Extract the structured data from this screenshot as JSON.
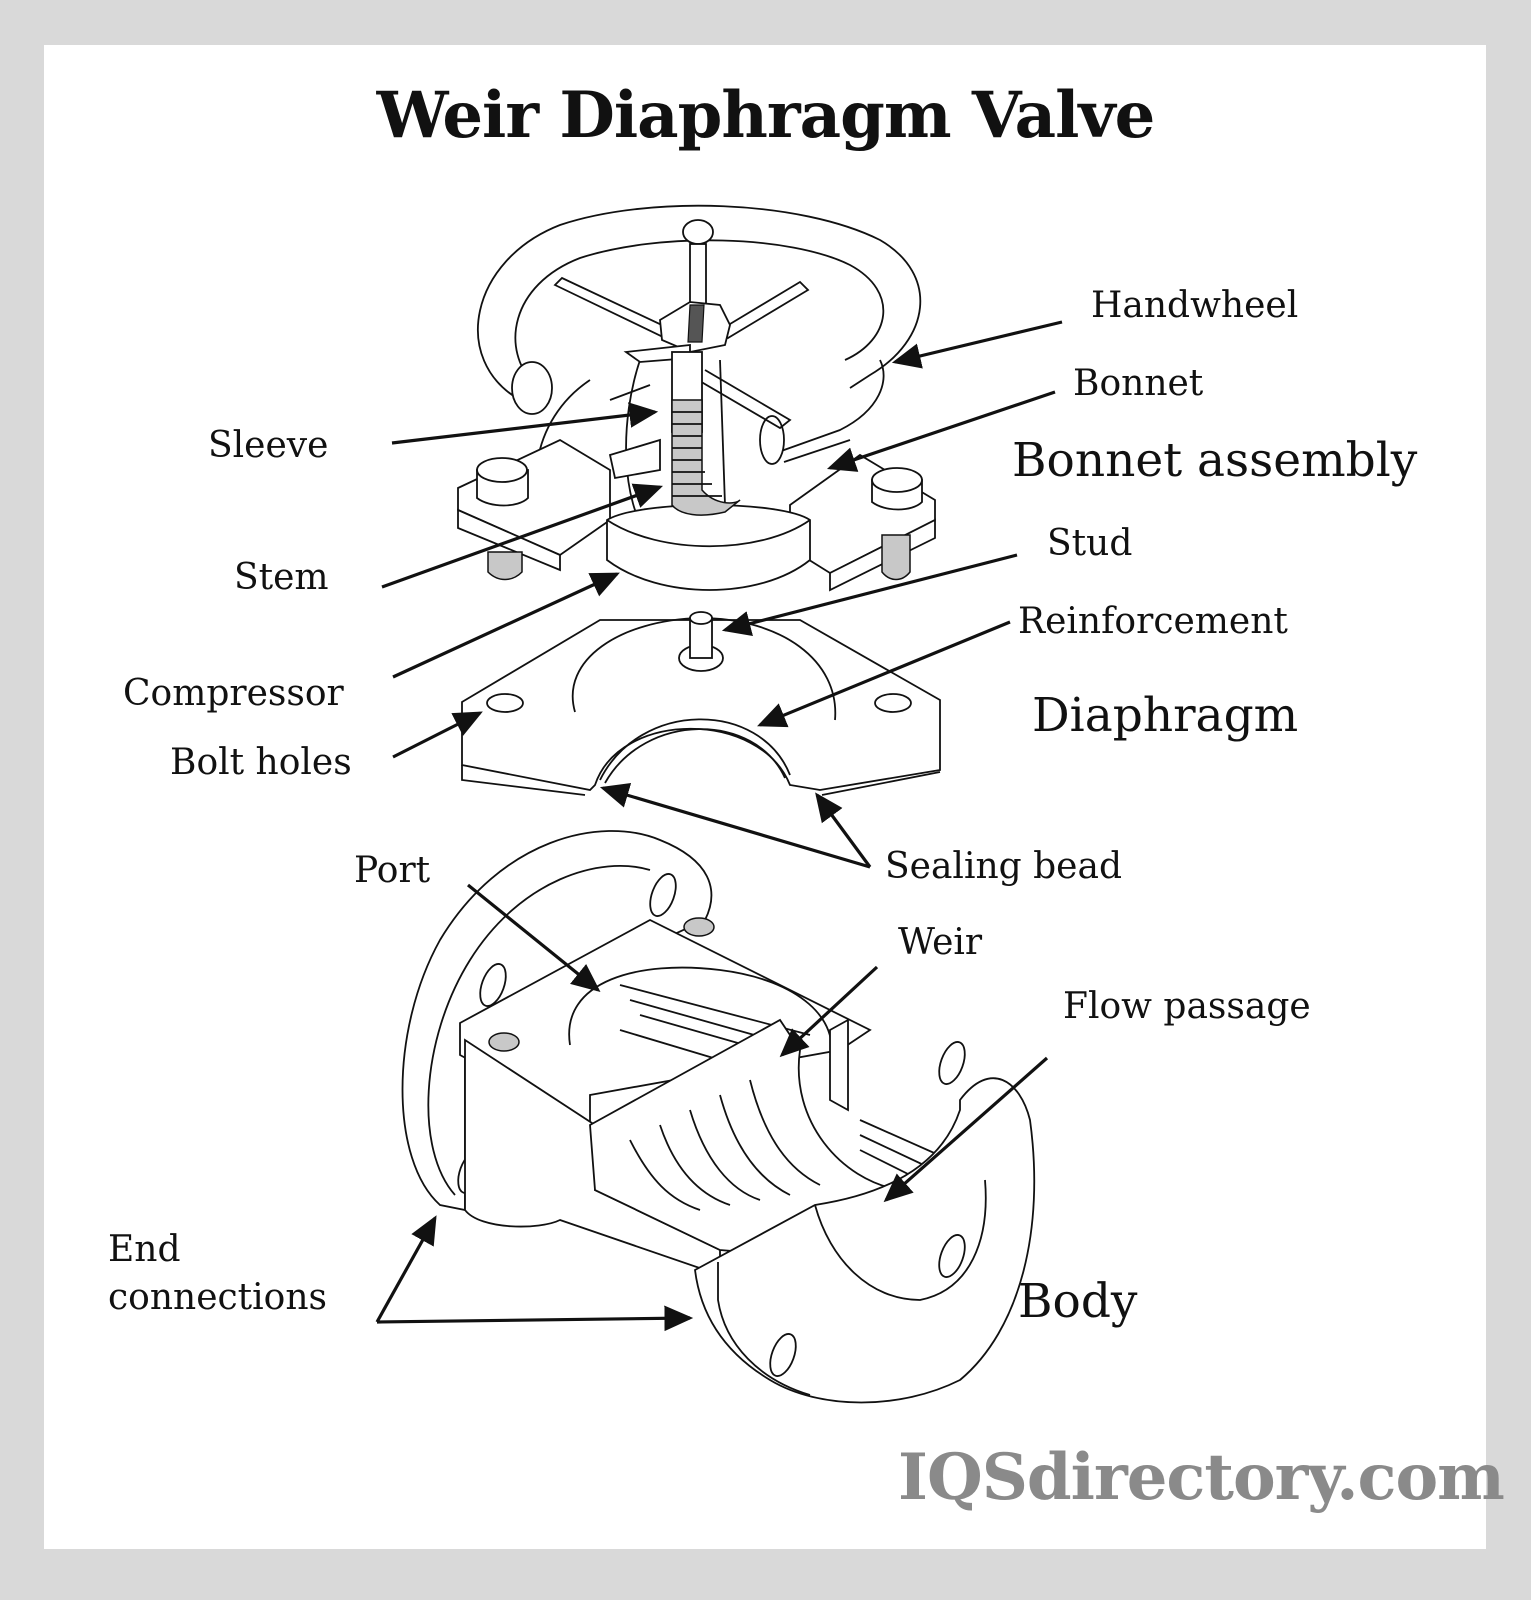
{
  "title": "Weir Diaphragm Valve",
  "groups": {
    "bonnet_assembly": "Bonnet assembly",
    "diaphragm": "Diaphragm",
    "body": "Body"
  },
  "labels": {
    "handwheel": "Handwheel",
    "bonnet": "Bonnet",
    "sleeve": "Sleeve",
    "stem": "Stem",
    "compressor": "Compressor",
    "stud": "Stud",
    "reinforcement": "Reinforcement",
    "bolt_holes": "Bolt holes",
    "sealing_bead": "Sealing bead",
    "port": "Port",
    "weir": "Weir",
    "flow_passage": "Flow passage",
    "end_connections_line1": "End",
    "end_connections_line2": "connections"
  },
  "watermark": "IQSdirectory.com",
  "colors": {
    "frame": "#d9d9d9",
    "panel": "#ffffff",
    "ink": "#111111",
    "thread_shading": "#c8c8c8",
    "watermark": "#8a8a8a"
  }
}
